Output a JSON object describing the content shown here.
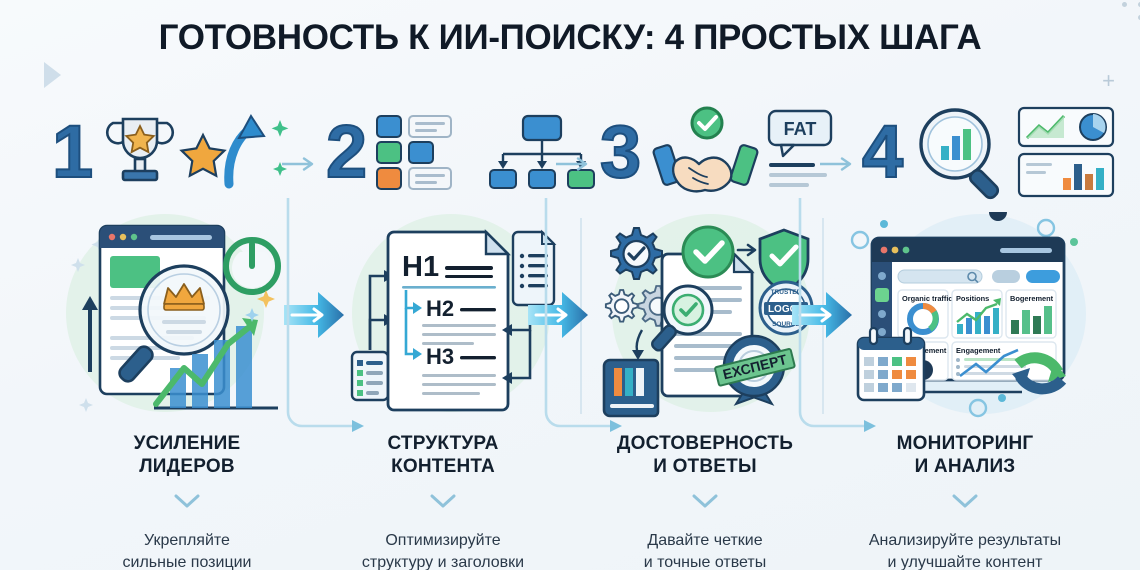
{
  "page": {
    "title": "ГОТОВНОСТЬ К ИИ-ПОИСКУ: 4 ПРОСТЫХ ШАГА",
    "background_color": "#f4f8fb",
    "accent_blue": "#2e6ca4",
    "accent_cyan": "#35b7e8",
    "accent_green": "#4cb96b",
    "accent_orange": "#e8893a",
    "text_dark": "#13202f"
  },
  "steps": [
    {
      "number": "1",
      "label": "УСИЛЕНИЕ\nЛИДЕРОВ",
      "label_line1": "УСИЛЕНИЕ",
      "label_line2": "ЛИДЕРОВ",
      "description_line1": "Укрепляйте",
      "description_line2": "сильные позиции",
      "icons": [
        "trophy-icon",
        "star-icon",
        "up-arrow-icon",
        "sparkle-icon"
      ],
      "panel_icons": [
        "browser-window-icon",
        "magnifier-crown-icon",
        "power-icon",
        "growth-chart-icon",
        "up-arrow-icon",
        "sparkle-icon"
      ]
    },
    {
      "number": "2",
      "label": "СТРУКТУРА\nКОНТЕНТА",
      "label_line1": "СТРУКТУРА",
      "label_line2": "КОНТЕНТА",
      "description_line1": "Оптимизируйте",
      "description_line2": "структуру и заголовки",
      "icons": [
        "layout-grid-icon",
        "hierarchy-tree-icon"
      ],
      "panel_icons": [
        "document-headings-icon",
        "list-document-icon",
        "checklist-icon"
      ],
      "headings": [
        "H1",
        "H2",
        "H3"
      ]
    },
    {
      "number": "3",
      "label": "ДОСТОВЕРНОСТЬ\nИ ОТВЕТЫ",
      "label_line1": "ДОСТОВЕРНОСТЬ",
      "label_line2": "И ОТВЕТЫ",
      "description_line1": "Давайте четкие",
      "description_line2": "и точные ответы",
      "icons": [
        "handshake-icon",
        "check-circle-icon",
        "speech-bubble-icon"
      ],
      "speech_bubble_text": "FAT",
      "panel_icons": [
        "gear-check-icon",
        "magnifier-check-icon",
        "document-icon",
        "shield-check-icon",
        "trust-badge-icon",
        "award-ribbon-icon",
        "book-icon"
      ],
      "badge_text": "LOGOS",
      "badge_top_text": "TRUSTED",
      "badge_bottom_text": "SOURCE",
      "ribbon_text": "ЕХСПЕРТ"
    },
    {
      "number": "4",
      "label": "МОНИТОРИНГ\nИ АНАЛИЗ",
      "label_line1": "МОНИТОРИНГ",
      "label_line2": "И АНАЛИЗ",
      "description_line1": "Анализируйте результаты",
      "description_line2": "и улучшайте контент",
      "icons": [
        "magnifier-chart-icon",
        "line-chart-icon",
        "pie-chart-icon",
        "bar-chart-icon"
      ],
      "panel_icons": [
        "dashboard-window-icon",
        "calendar-icon",
        "refresh-cycle-icon"
      ],
      "dashboard_cards": [
        "Organic traffic",
        "Positions",
        "Bogerement",
        "Engagement",
        "Engagement"
      ]
    }
  ],
  "chart_data": {
    "type": "bar",
    "title": "ГОТОВНОСТЬ К ИИ-ПОИСКУ: 4 ПРОСТЫХ ШАГА",
    "categories": [
      "УСИЛЕНИЕ ЛИДЕРОВ",
      "СТРУКТУРА КОНТЕНТА",
      "ДОСТОВЕРНОСТЬ И ОТВЕТЫ",
      "МОНИТОРИНГ И АНАЛИЗ"
    ],
    "values": [
      1,
      2,
      3,
      4
    ],
    "xlabel": "",
    "ylabel": "",
    "legend": []
  }
}
